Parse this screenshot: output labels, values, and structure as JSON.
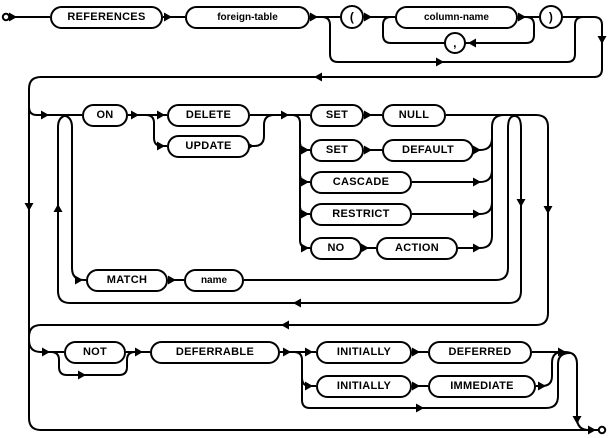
{
  "diagram": {
    "kind": "railroad-syntax-diagram",
    "colors": {
      "line": "#000000",
      "box_fill": "#ffffff",
      "text": "#000000",
      "background": "#ffffff"
    },
    "nodes": {
      "references": "REFERENCES",
      "foreign_table": "foreign-table",
      "open_paren": "(",
      "column_name": "column-name",
      "comma": ",",
      "close_paren": ")",
      "on_kw": "ON",
      "delete_kw": "DELETE",
      "update_kw": "UPDATE",
      "set1": "SET",
      "null_kw": "NULL",
      "set2": "SET",
      "default_kw": "DEFAULT",
      "cascade": "CASCADE",
      "restrict": "RESTRICT",
      "no_kw": "NO",
      "action_kw": "ACTION",
      "match_kw": "MATCH",
      "name_nt": "name",
      "not_kw": "NOT",
      "deferrable": "DEFERRABLE",
      "initially1": "INITIALLY",
      "deferred": "DEFERRED",
      "initially2": "INITIALLY",
      "immediate": "IMMEDIATE"
    }
  }
}
